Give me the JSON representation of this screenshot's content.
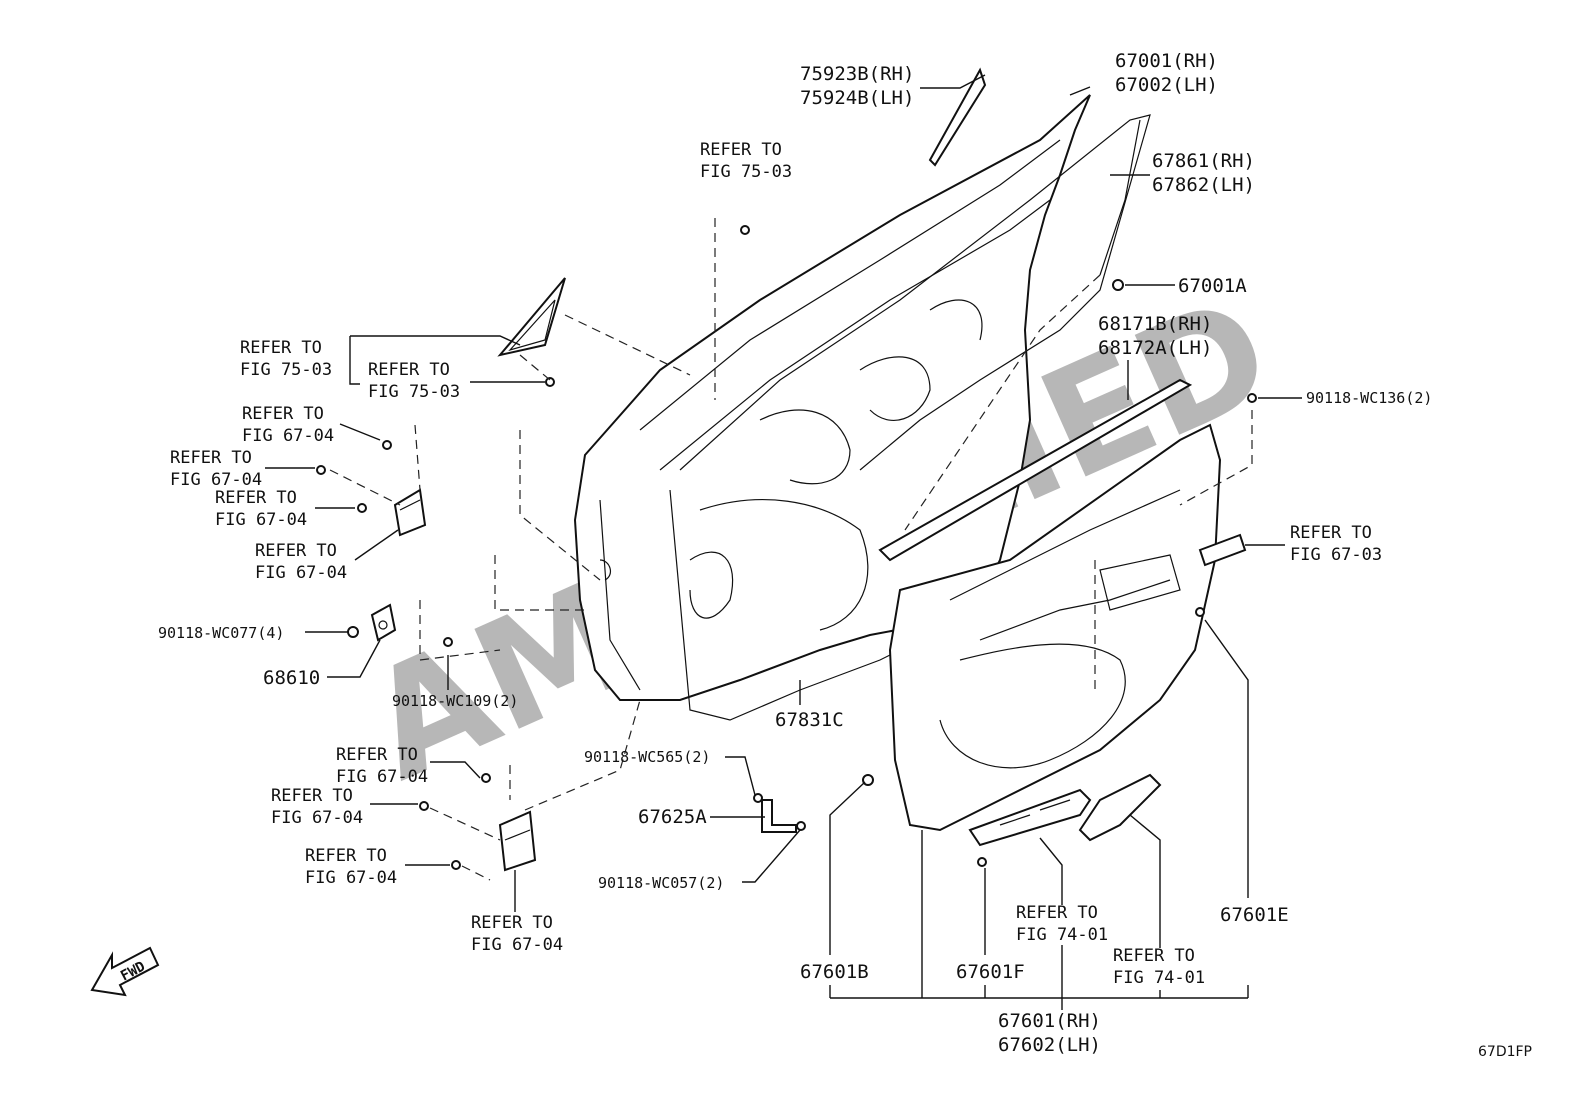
{
  "diagram": {
    "watermark": "AMSALLIED",
    "figure_code": "67D1FP",
    "fwd_label": "FWD",
    "parts": {
      "p75923": [
        "75923B(RH)",
        "75924B(LH)"
      ],
      "p67001": [
        "67001(RH)",
        "67002(LH)"
      ],
      "p67861": [
        "67861(RH)",
        "67862(LH)"
      ],
      "p67001a": "67001A",
      "p68171": [
        "68171B(RH)",
        "68172A(LH)"
      ],
      "p68610": "68610",
      "p67831c": "67831C",
      "p67625a": "67625A",
      "p67601b": "67601B",
      "p67601f": "67601F",
      "p67601e": "67601E",
      "p67601": [
        "67601(RH)",
        "67602(LH)"
      ]
    },
    "bolts": {
      "wc136": "90118-WC136(2)",
      "wc077": "90118-WC077(4)",
      "wc109": "90118-WC109(2)",
      "wc565": "90118-WC565(2)",
      "wc057": "90118-WC057(2)"
    },
    "refs": {
      "r1": [
        "REFER TO",
        "FIG 75-03"
      ],
      "r2": [
        "REFER TO",
        "FIG 75-03"
      ],
      "r3": [
        "REFER TO",
        "FIG 75-03"
      ],
      "r4": [
        "REFER TO",
        "FIG 67-04"
      ],
      "r5": [
        "REFER TO",
        "FIG 67-04"
      ],
      "r6": [
        "REFER TO",
        "FIG 67-04"
      ],
      "r7": [
        "REFER TO",
        "FIG 67-04"
      ],
      "r8": [
        "REFER TO",
        "FIG 67-03"
      ],
      "r9": [
        "REFER TO",
        "FIG 67-04"
      ],
      "r10": [
        "REFER TO",
        "FIG 67-04"
      ],
      "r11": [
        "REFER TO",
        "FIG 67-04"
      ],
      "r12": [
        "REFER TO",
        "FIG 67-04"
      ],
      "r13": [
        "REFER TO",
        "FIG 74-01"
      ],
      "r14": [
        "REFER TO",
        "FIG 74-01"
      ]
    }
  }
}
